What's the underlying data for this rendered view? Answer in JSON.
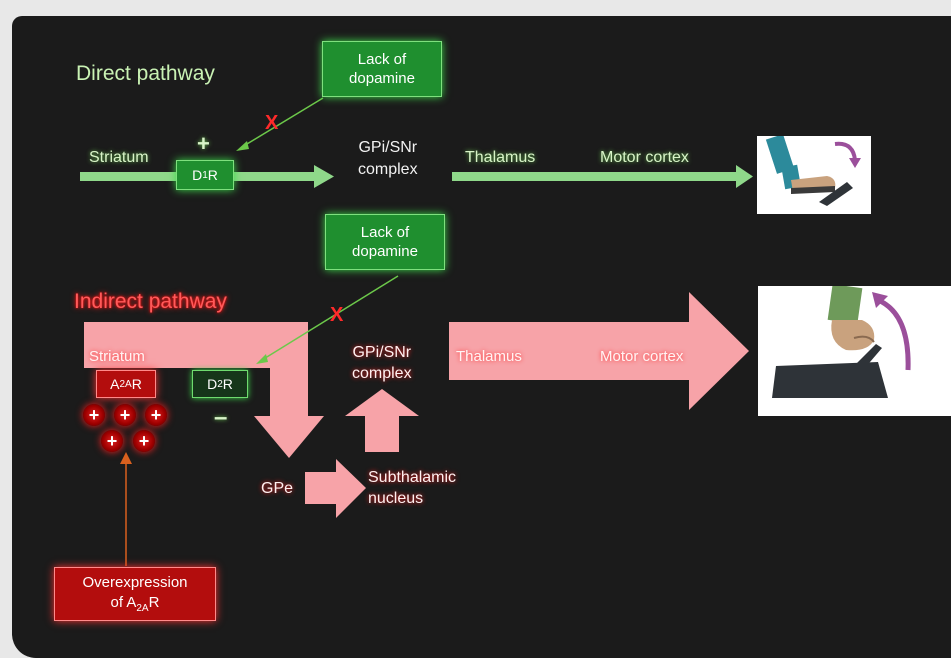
{
  "direct": {
    "title": "Direct pathway",
    "lack_line1": "Lack of",
    "lack_line2": "dopamine",
    "plus": "+",
    "block_mark": "X",
    "striatum": "Striatum",
    "receptor_main": "D",
    "receptor_sub": "1",
    "receptor_end": "R",
    "gpi_line1": "GPi/SNr",
    "gpi_line2": "complex",
    "thalamus": "Thalamus",
    "motor": "Motor cortex"
  },
  "indirect": {
    "title": "Indirect pathway",
    "lack_line1": "Lack of",
    "lack_line2": "dopamine",
    "block_mark": "X",
    "striatum": "Striatum",
    "a2a_main": "A",
    "a2a_sub": "2A",
    "a2a_end": "R",
    "d2_main": "D",
    "d2_sub": "2",
    "d2_end": "R",
    "minus": "–",
    "plus": "+",
    "gpi_line1": "GPi/SNr",
    "gpi_line2": "complex",
    "thalamus": "Thalamus",
    "motor": "Motor cortex",
    "gpe": "GPe",
    "stn_line1": "Subthalamic",
    "stn_line2": "nucleus",
    "over_line1": "Overexpression",
    "over_main": "of A",
    "over_sub": "2A",
    "over_end": "R"
  },
  "colors": {
    "slide_bg": "#1b1b1b",
    "green_arrow": "#8fd88a",
    "pink_arrow": "#f7a3a8",
    "green_box": "#1f8f2f",
    "red_box": "#b30d0d"
  },
  "icons": {
    "direct_illustration": "foot-pedal-icon",
    "indirect_illustration": "hand-lever-icon"
  }
}
